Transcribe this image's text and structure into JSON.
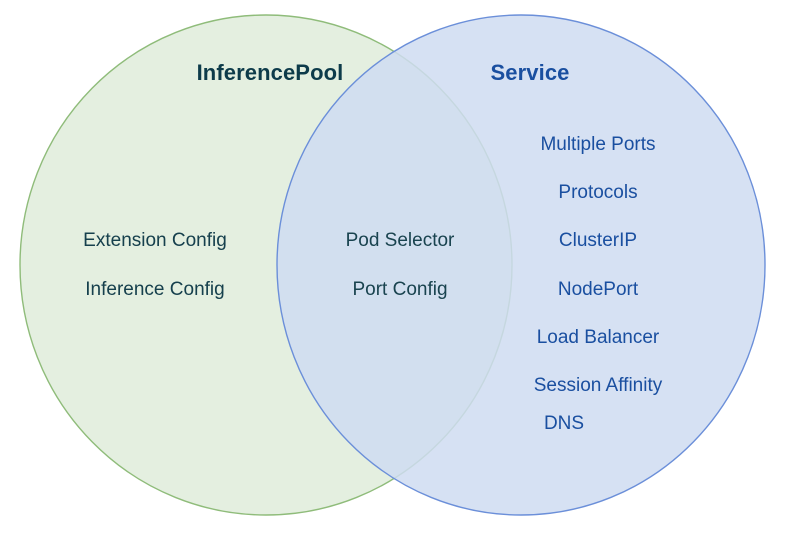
{
  "diagram": {
    "type": "venn",
    "background_color": "#ffffff",
    "left_set": {
      "title": "InferencePool",
      "title_color": "#0d3b4a",
      "fill_color": "#e3eede",
      "stroke_color": "#8fbc7a",
      "items": [
        "Extension Config",
        "Inference Config"
      ]
    },
    "right_set": {
      "title": "Service",
      "title_color": "#1a4fa0",
      "fill_color": "#d3dff2",
      "stroke_color": "#6b8fd9",
      "items": [
        "Multiple Ports",
        "Protocols",
        "ClusterIP",
        "NodePort",
        "Load Balancer",
        "Session Affinity",
        "DNS"
      ]
    },
    "intersection": {
      "fill_color": "#d3e3d9",
      "text_color": "#19434f",
      "items": [
        "Pod Selector",
        "Port Config"
      ]
    }
  }
}
